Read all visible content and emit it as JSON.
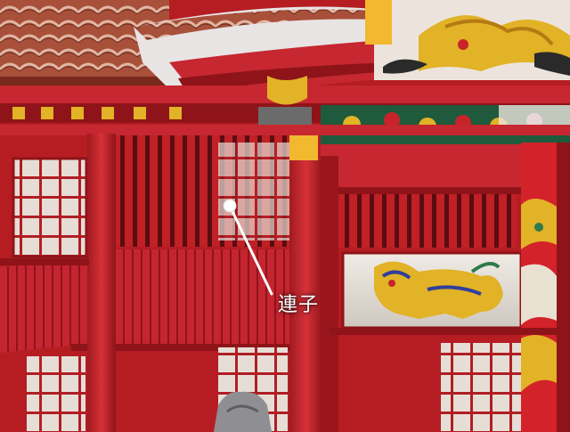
{
  "callout": {
    "label": "連子"
  },
  "colors": {
    "vermilion": "#c8232a",
    "vermilion_dark": "#8e1419",
    "vermilion_light": "#d9363b",
    "gold": "#e2b227",
    "roof_tile": "#b55a3f",
    "panel_white": "#e9e3dc",
    "marker": "#ffffff"
  },
  "icons": [
    "callout-marker",
    "callout-leader-line"
  ]
}
